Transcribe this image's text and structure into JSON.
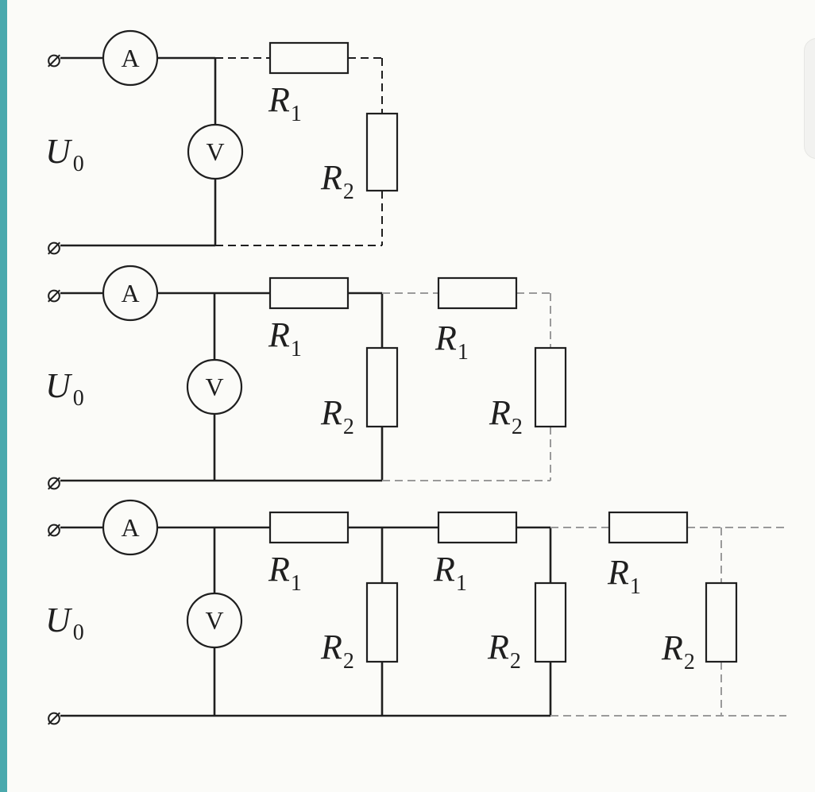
{
  "terminal_symbol": "⌀",
  "meters": {
    "ammeter": "A",
    "voltmeter": "V"
  },
  "labels": {
    "u": "U",
    "u_sub": "0",
    "r": "R",
    "r1_sub": "1",
    "r2_sub": "2"
  },
  "circuits": [
    {
      "name": "circuit-1",
      "sections": 1
    },
    {
      "name": "circuit-2",
      "sections": 2
    },
    {
      "name": "circuit-3",
      "sections": 3
    }
  ],
  "colors": {
    "accent_bar": "#4aa9ad",
    "wire": "#1f1f1f",
    "dashed_gray": "#9a9a9a",
    "background": "#fbfbf8"
  }
}
